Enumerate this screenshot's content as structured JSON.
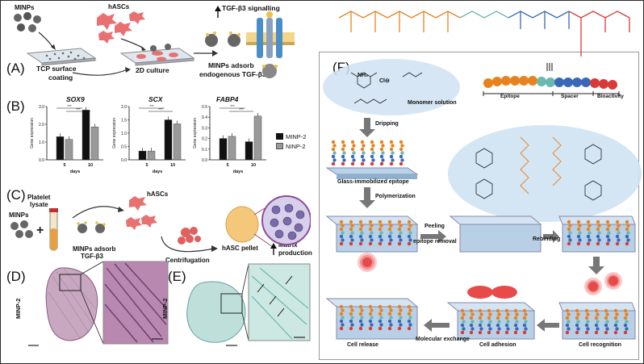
{
  "panels": {
    "A": "(A)",
    "B": "(B)",
    "C": "(C)",
    "D": "(D)",
    "E": "(E)",
    "F": "(F)"
  },
  "panelA": {
    "minps": "MINPs",
    "hascs": "hASCs",
    "tgf_signal": "TGF-β3 signalling",
    "tcp1": "TCP surface",
    "tcp2": "coating",
    "culture": "2D culture",
    "adsorb1": "MINPs adsorb",
    "adsorb2": "endogenous TGF-β3"
  },
  "panelB": {
    "legend": [
      {
        "name": "MINP-2",
        "color": "#111111"
      },
      {
        "name": "NINP-2",
        "color": "#9a9a9a"
      }
    ],
    "sig": "***",
    "charts": [
      {
        "title": "SOX9",
        "ylabel": "Gene expression",
        "xlabel": "days",
        "yticks": [
          "0.0",
          "1.0",
          "2.0",
          "3.0"
        ],
        "ymax": 3.0,
        "days": [
          "5",
          "10"
        ],
        "minp": [
          1.3,
          2.8
        ],
        "ninp": [
          1.15,
          1.85
        ]
      },
      {
        "title": "SCX",
        "ylabel": "Gene expression",
        "xlabel": "days",
        "yticks": [
          "0.0",
          "0.5",
          "1.0",
          "1.5",
          "2.0"
        ],
        "ymax": 2.0,
        "days": [
          "5",
          "10"
        ],
        "minp": [
          0.33,
          1.5
        ],
        "ninp": [
          0.33,
          1.35
        ]
      },
      {
        "title": "FABP4",
        "ylabel": "Gene expression",
        "xlabel": "days",
        "yticks": [
          "0.0",
          "0.1",
          "0.2",
          "0.3",
          "0.4",
          "0.5"
        ],
        "ymax": 0.5,
        "days": [
          "5",
          "10"
        ],
        "minp": [
          0.2,
          0.17
        ],
        "ninp": [
          0.22,
          0.41
        ]
      }
    ]
  },
  "panelC": {
    "minps": "MINPs",
    "platelet1": "Platelet",
    "platelet2": "lysate",
    "hascs": "hASCs",
    "adsorb1": "MINPs adsorb",
    "adsorb2": "TGF-β3",
    "centrifugation": "Centrifugation",
    "pellet": "hASC pellet",
    "matrix1": "Matrix",
    "matrix2": "production"
  },
  "panelD": {
    "side": "MINP-2"
  },
  "panelE": {
    "side": "MINP-2"
  },
  "panelF": {
    "monomer": "Monomer solution",
    "dripping": "Dripping",
    "glass": "Glass-immobilized epitope",
    "polymerization": "Polymerization",
    "peeling": "Peeling",
    "epitope_removal": "epitope removal",
    "rebinding": "Rebinding",
    "cell_release": "Cell release",
    "molecular_exchange": "Molecular exchange",
    "cell_adhesion": "Cell adhesion",
    "cell_recognition": "Cell recognition",
    "epitope": "Epitope",
    "spacer": "Spacer",
    "bioactivity": "Bioactivity",
    "cl": "Cl⊖"
  },
  "colors": {
    "orange": "#e8821e",
    "blue": "#3a68b8",
    "red": "#d83a3a",
    "teal": "#6ab8b0",
    "purple": "#8a4c9a"
  }
}
